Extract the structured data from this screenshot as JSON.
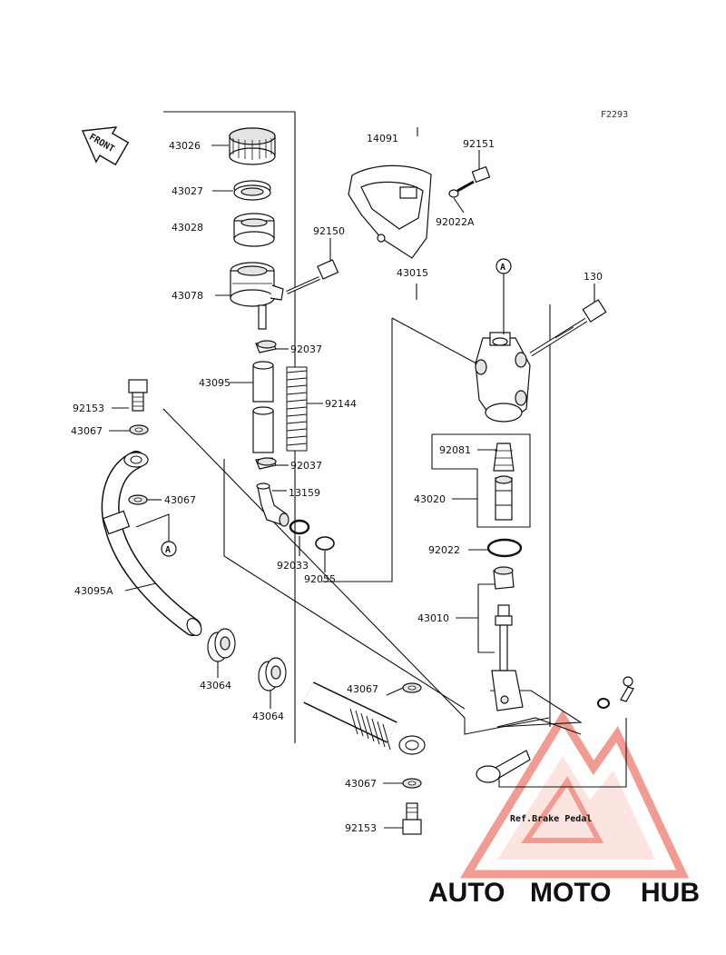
{
  "figure_code": "F2293",
  "front_label": "FRONT",
  "ref_note": "Ref.Brake Pedal",
  "marker_a": "A",
  "watermark": {
    "part1": "AUTO",
    "part2": "MOTO",
    "part3": "HUB",
    "colors": {
      "auto": "#f6b44a",
      "moto": "#ef6a5c",
      "hub": "#6f6f6f",
      "logo": "#ef6a5c"
    }
  },
  "callouts": {
    "p43026": "43026",
    "p43027": "43027",
    "p43028": "43028",
    "p43078": "43078",
    "p14091": "14091",
    "p92151": "92151",
    "p92022A": "92022A",
    "p92150": "92150",
    "p43015": "43015",
    "p130": "130",
    "p92037a": "92037",
    "p43095": "43095",
    "p92144": "92144",
    "p92153a": "92153",
    "p43067a": "43067",
    "p43067b": "43067",
    "p92037b": "92037",
    "p13159": "13159",
    "p92081": "92081",
    "p43020": "43020",
    "p92033": "92033",
    "p92055": "92055",
    "p92022": "92022",
    "p43095A": "43095A",
    "p43010": "43010",
    "p43064a": "43064",
    "p43064b": "43064",
    "p43067c": "43067",
    "p43067d": "43067",
    "p92153b": "92153"
  }
}
